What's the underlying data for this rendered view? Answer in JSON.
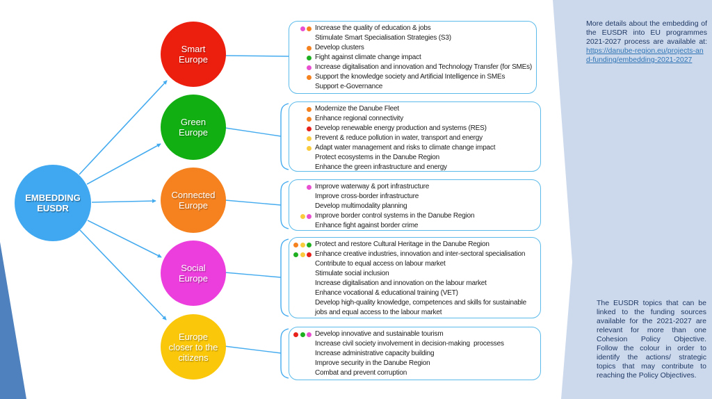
{
  "hub": {
    "label": "EMBEDDING EUSDR"
  },
  "colors": {
    "hub": "#3FA8F0",
    "connector": "#45ABEF",
    "box_border": "#5BBAEA",
    "panel_bg": "#CCD9EC",
    "wedge": "#4E81BD",
    "note_text": "#1F3864",
    "link": "#2E74B5",
    "bullets": {
      "magenta": "#E94FD0",
      "orange": "#F5821F",
      "green": "#1FB021",
      "red": "#E8221A",
      "yellow": "#FACB3C"
    }
  },
  "branches": [
    {
      "label": "Smart Europe",
      "color": "#EC1F0F",
      "items": [
        {
          "bullets": [
            "magenta",
            "orange"
          ],
          "text": "Increase the quality of education & jobs"
        },
        {
          "bullets": [],
          "text": "Stimulate Smart Specialisation Strategies (S3)"
        },
        {
          "bullets": [
            "orange"
          ],
          "text": "Develop clusters"
        },
        {
          "bullets": [
            "green"
          ],
          "text": "Fight against climate change impact"
        },
        {
          "bullets": [
            "magenta"
          ],
          "text": "Increase digitalisation and innovation and Technology Transfer (for SMEs)"
        },
        {
          "bullets": [
            "orange"
          ],
          "text": "Support the knowledge society and Artificial Intelligence in SMEs"
        },
        {
          "bullets": [],
          "text": "Support e-Governance"
        }
      ]
    },
    {
      "label": "Green Europe",
      "color": "#12AF12",
      "items": [
        {
          "bullets": [
            "orange"
          ],
          "text": "Modernize the Danube Fleet"
        },
        {
          "bullets": [
            "orange"
          ],
          "text": "Enhance regional connectivity"
        },
        {
          "bullets": [
            "red"
          ],
          "text": "Develop renewable energy production and systems (RES)"
        },
        {
          "bullets": [
            "yellow"
          ],
          "text": "Prevent & reduce pollution in water, transport and energy"
        },
        {
          "bullets": [
            "yellow"
          ],
          "text": "Adapt water management and risks to climate change impact"
        },
        {
          "bullets": [],
          "text": "Protect ecosystems in the Danube Region"
        },
        {
          "bullets": [],
          "text": "Enhance the green infrastructure and energy"
        }
      ]
    },
    {
      "label": "Connected Europe",
      "color": "#F5821F",
      "items": [
        {
          "bullets": [
            "magenta"
          ],
          "text": "Improve waterway & port infrastructure"
        },
        {
          "bullets": [],
          "text": "Improve cross-border infrastructure"
        },
        {
          "bullets": [],
          "text": "Develop multimodality planning"
        },
        {
          "bullets": [
            "yellow",
            "magenta"
          ],
          "text": "Improve border control systems in the Danube Region"
        },
        {
          "bullets": [],
          "text": "Enhance fight against border crime"
        }
      ]
    },
    {
      "label": "Social Europe",
      "color": "#EC3EDC",
      "items": [
        {
          "bullets": [
            "orange",
            "yellow",
            "green"
          ],
          "text": "Protect and restore Cultural Heritage in the Danube Region"
        },
        {
          "bullets": [
            "green",
            "yellow",
            "red"
          ],
          "text": "Enhance creative industries, innovation and inter-sectoral specialisation"
        },
        {
          "bullets": [],
          "text": "Contribute to equal access on labour market"
        },
        {
          "bullets": [],
          "text": "Stimulate social inclusion"
        },
        {
          "bullets": [],
          "text": "Increase digitalisation and innovation on the labour market"
        },
        {
          "bullets": [],
          "text": "Enhance vocational & educational training (VET)"
        },
        {
          "bullets": [],
          "text": "Develop high-quality knowledge, competences and skills for sustainable"
        },
        {
          "bullets": [],
          "text": "jobs and equal access to the labour market"
        }
      ]
    },
    {
      "label": "Europe closer to the citizens",
      "color": "#FAC70B",
      "items": [
        {
          "bullets": [
            "red",
            "green",
            "magenta"
          ],
          "text": "Develop innovative and sustainable tourism"
        },
        {
          "bullets": [],
          "text": "Increase civil society involvement in decision-making  processes"
        },
        {
          "bullets": [],
          "text": "Increase administrative capacity building"
        },
        {
          "bullets": [],
          "text": "Improve security in the Danube Region"
        },
        {
          "bullets": [],
          "text": "Combat and prevent corruption"
        }
      ]
    }
  ],
  "side_notes": {
    "top_text": "More details about the embedding of the EUSDR into EU programmes 2021-2027 process are available at: ",
    "link_text": "https://danube-region.eu/projects-and-funding/embedding-2021-2027",
    "bottom_text": "The EUSDR topics that can be linked to the funding sources available for the 2021-2027 are relevant for more than one Cohesion Policy Objective. Follow the colour in order to identify the actions/ strategic topics that may contribute to reaching the Policy Objectives."
  }
}
